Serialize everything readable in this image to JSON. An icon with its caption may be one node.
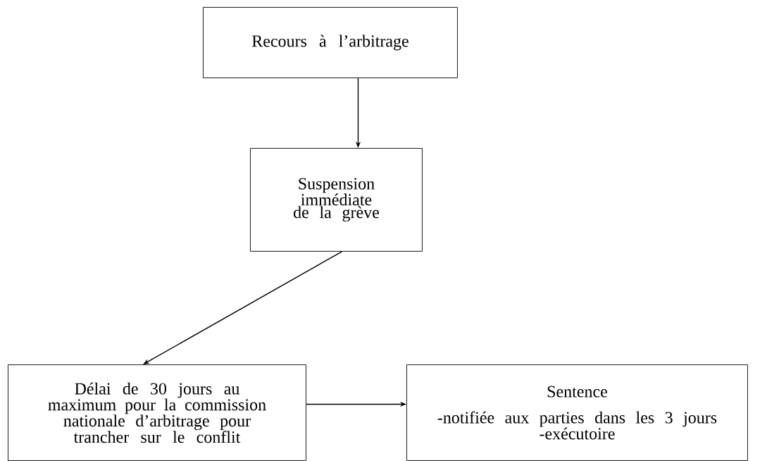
{
  "diagram": {
    "nodes": [
      {
        "text": [
          "Recours à l’arbitrage"
        ]
      },
      {
        "text": [
          "Suspension immédiate de la grève"
        ]
      },
      {
        "text": [
          "Délai de 30 jours au maximum pour la commission nationale d’arbitrage pour trancher sur le conflit"
        ]
      },
      {
        "text": [
          "Sentence",
          "-notifiée aux parties dans les 3 jours",
          "-exécutoire"
        ]
      }
    ],
    "edges": [
      {
        "from": 0,
        "to": 1,
        "arrow": "to"
      },
      {
        "from": 1,
        "to": 2,
        "arrow": "to"
      },
      {
        "from": 2,
        "to": 3,
        "arrow": "to"
      }
    ]
  }
}
